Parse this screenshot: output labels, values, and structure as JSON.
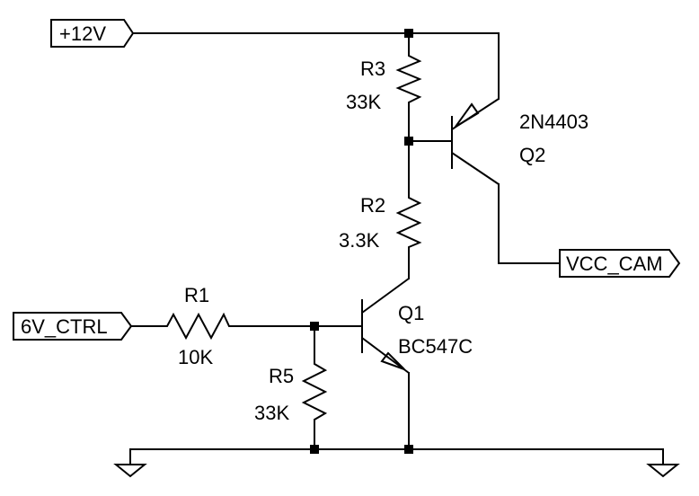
{
  "ports": {
    "supply": "+12V",
    "ctrl": "6V_CTRL",
    "output": "VCC_CAM"
  },
  "components": {
    "r1": {
      "ref": "R1",
      "value": "10K"
    },
    "r2": {
      "ref": "R2",
      "value": "3.3K"
    },
    "r3": {
      "ref": "R3",
      "value": "33K"
    },
    "r5": {
      "ref": "R5",
      "value": "33K"
    },
    "q1": {
      "ref": "Q1",
      "part": "BC547C"
    },
    "q2": {
      "ref": "Q2",
      "part": "2N4403"
    }
  }
}
